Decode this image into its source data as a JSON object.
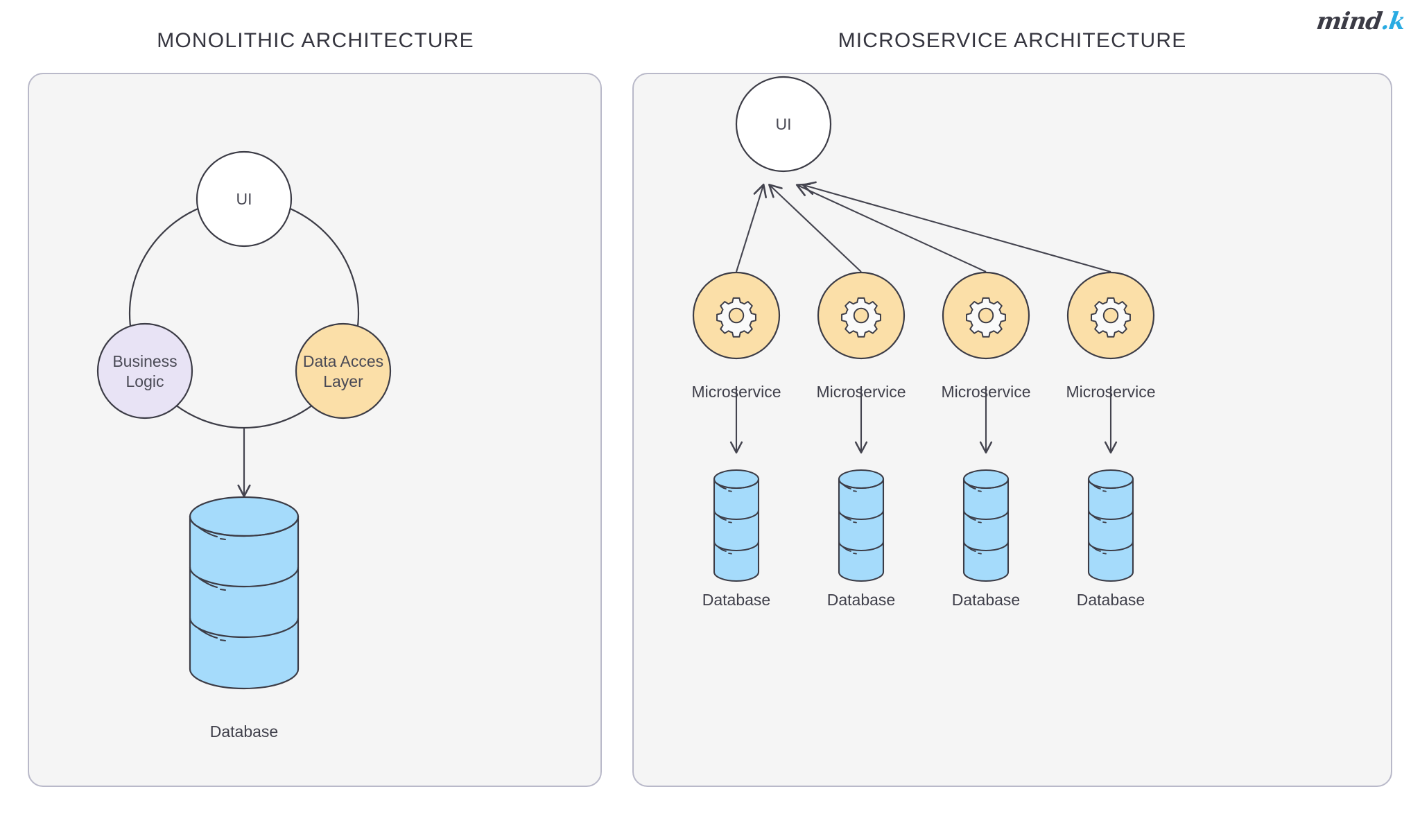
{
  "brand": {
    "logo_text": "mind",
    "logo_dot": ".",
    "logo_accent": "k",
    "accent_color": "#29abe2"
  },
  "panels": [
    {
      "id": "monolithic",
      "title": "MONOLITHIC ARCHITECTURE",
      "nodes": [
        {
          "name": "ui",
          "label": "UI",
          "fill": "#ffffff"
        },
        {
          "name": "business-logic",
          "label": "Business\nLogic",
          "fill": "#e8e3f5"
        },
        {
          "name": "data-access",
          "label": "Data Acces\nLayer",
          "fill": "#fbdfa8"
        }
      ],
      "database": {
        "label": "Database",
        "fill": "#a5dbfb"
      }
    },
    {
      "id": "microservice",
      "title": "MICROSERVICE ARCHITECTURE",
      "ui": {
        "label": "UI",
        "fill": "#ffffff"
      },
      "services": [
        {
          "label": "Microservice",
          "icon": "gear-icon",
          "fill": "#fbdfa8"
        },
        {
          "label": "Microservice",
          "icon": "gear-icon",
          "fill": "#fbdfa8"
        },
        {
          "label": "Microservice",
          "icon": "gear-icon",
          "fill": "#fbdfa8"
        },
        {
          "label": "Microservice",
          "icon": "gear-icon",
          "fill": "#fbdfa8"
        }
      ],
      "databases": [
        {
          "label": "Database",
          "fill": "#a5dbfb"
        },
        {
          "label": "Database",
          "fill": "#a5dbfb"
        },
        {
          "label": "Database",
          "fill": "#a5dbfb"
        },
        {
          "label": "Database",
          "fill": "#a5dbfb"
        }
      ]
    }
  ],
  "colors": {
    "panel_background": "#f5f5f5",
    "panel_border": "#b9b9c9",
    "stroke": "#44444f",
    "database": "#a5dbfb",
    "service": "#fbdfa8",
    "business_logic": "#e8e3f5",
    "page_background": "#ffffff"
  }
}
